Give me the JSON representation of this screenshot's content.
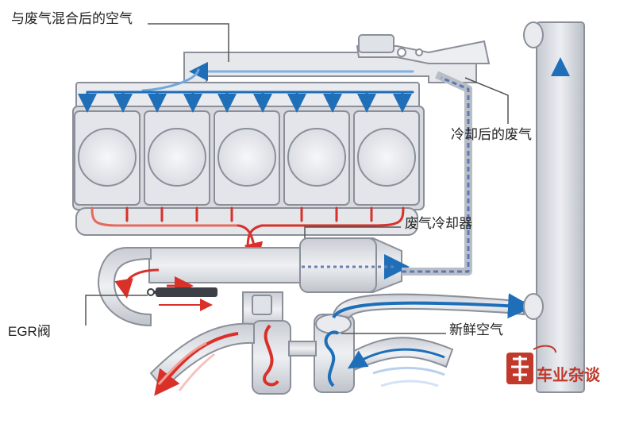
{
  "labels": {
    "mixed_air": "与废气混合后的空气",
    "cooled_exhaust": "冷却后的废气",
    "exhaust_cooler": "废气冷却器",
    "egr_valve": "EGR阀",
    "fresh_air": "新鲜空气"
  },
  "brand": {
    "text": "车业杂谈",
    "color": "#c0392b"
  },
  "colors": {
    "hot": "#d9302a",
    "cool": "#1f6fb8",
    "engine": "#d7d9de",
    "outline": "#8a8f99"
  },
  "engine": {
    "cylinder_count": 5
  }
}
